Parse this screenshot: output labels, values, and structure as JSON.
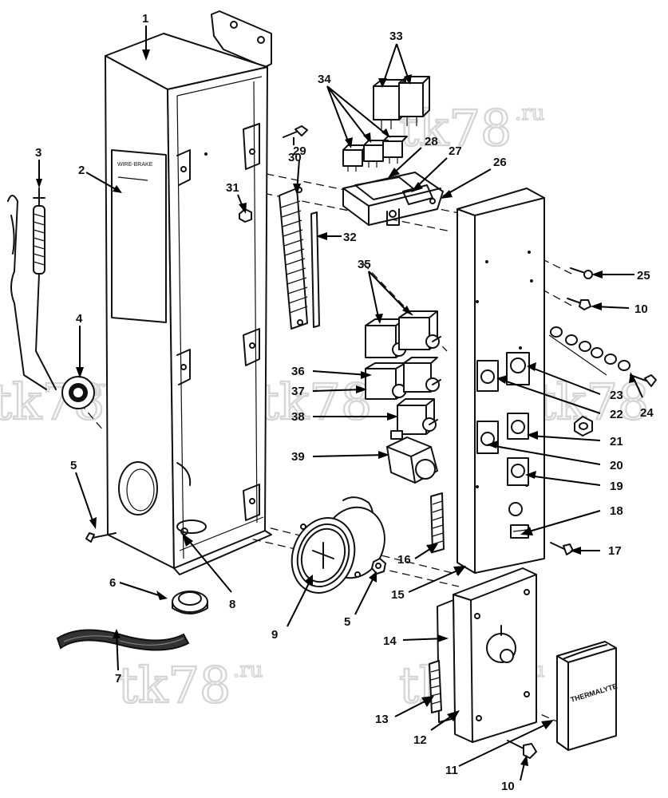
{
  "diagram": {
    "part_numbers": [
      "1",
      "2",
      "3",
      "4",
      "5",
      "6",
      "7",
      "8",
      "9",
      "5",
      "10",
      "11",
      "12",
      "13",
      "14",
      "15",
      "16",
      "17",
      "18",
      "19",
      "20",
      "21",
      "22",
      "23",
      "24",
      "25",
      "10",
      "26",
      "27",
      "28",
      "29",
      "30",
      "31",
      "32",
      "33",
      "34",
      "35",
      "36",
      "37",
      "38",
      "39"
    ],
    "part_labels": {
      "p1": "1",
      "p2": "2",
      "p3": "3",
      "p4": "4",
      "p5a": "5",
      "p6": "6",
      "p7": "7",
      "p8": "8",
      "p9": "9",
      "p5b": "5",
      "p10a": "10",
      "p11": "11",
      "p12": "12",
      "p13": "13",
      "p14": "14",
      "p15": "15",
      "p16": "16",
      "p17": "17",
      "p18": "18",
      "p19": "19",
      "p20": "20",
      "p21": "21",
      "p22": "22",
      "p23": "23",
      "p24": "24",
      "p25": "25",
      "p10b": "10",
      "p26": "26",
      "p27": "27",
      "p28": "28",
      "p29": "29",
      "p30": "30",
      "p31": "31",
      "p32": "32",
      "p33": "33",
      "p34": "34",
      "p35": "35",
      "p36": "36",
      "p37": "37",
      "p38": "38",
      "p39": "39"
    },
    "cover_text": "THERMALYTE",
    "decal_text": "WIRE-BRAKE"
  },
  "watermark": {
    "text": "tk78",
    "suffix": ".ru"
  }
}
